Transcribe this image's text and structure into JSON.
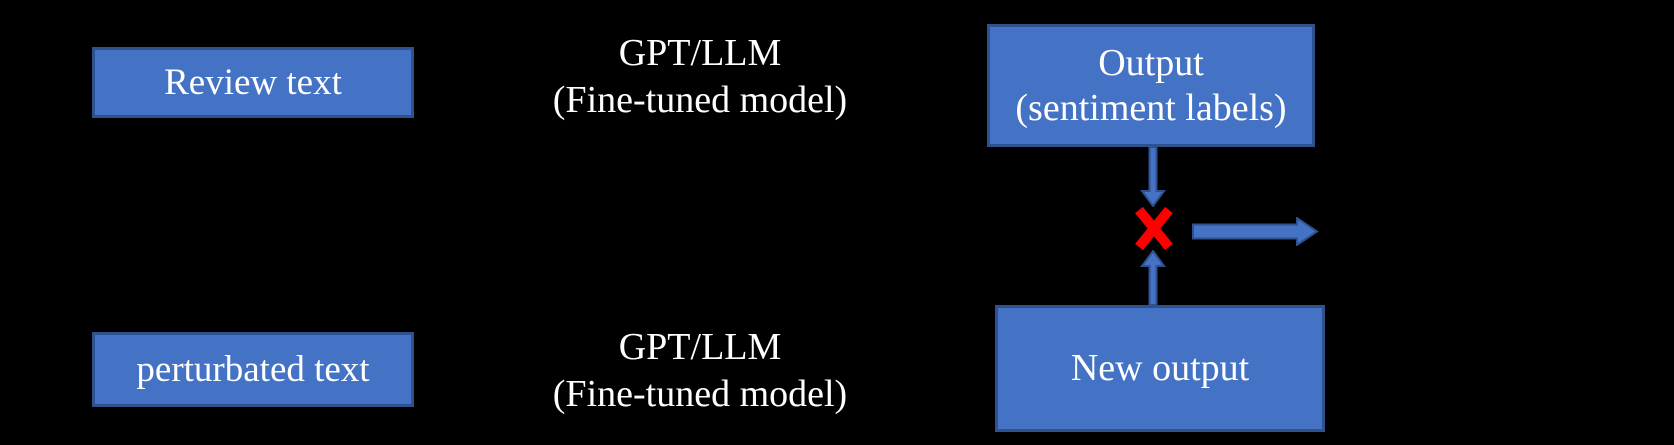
{
  "diagram": {
    "background_color": "#000000",
    "colors": {
      "background": "#000000",
      "node_fill": "#4472C4",
      "node_border": "#2F528F",
      "arrow_fill": "#4472C4",
      "arrow_border": "#2F528F",
      "cross": "#FF0000",
      "text": "#FFFFFF"
    },
    "nodes": {
      "review": {
        "label": "Review text"
      },
      "model_top": {
        "line1": "GPT/LLM",
        "line2": "(Fine-tuned model)"
      },
      "output": {
        "line1": "Output",
        "line2": "(sentiment labels)"
      },
      "perturbed": {
        "label": "perturbated text"
      },
      "model_bottom": {
        "line1": "GPT/LLM",
        "line2": "(Fine-tuned model)"
      },
      "new_output": {
        "label": "New output"
      }
    },
    "icons": {
      "down_arrow": "arrow-down",
      "up_arrow": "arrow-up",
      "right_arrow": "arrow-right",
      "cross": "red-x-rejection-mark"
    }
  }
}
